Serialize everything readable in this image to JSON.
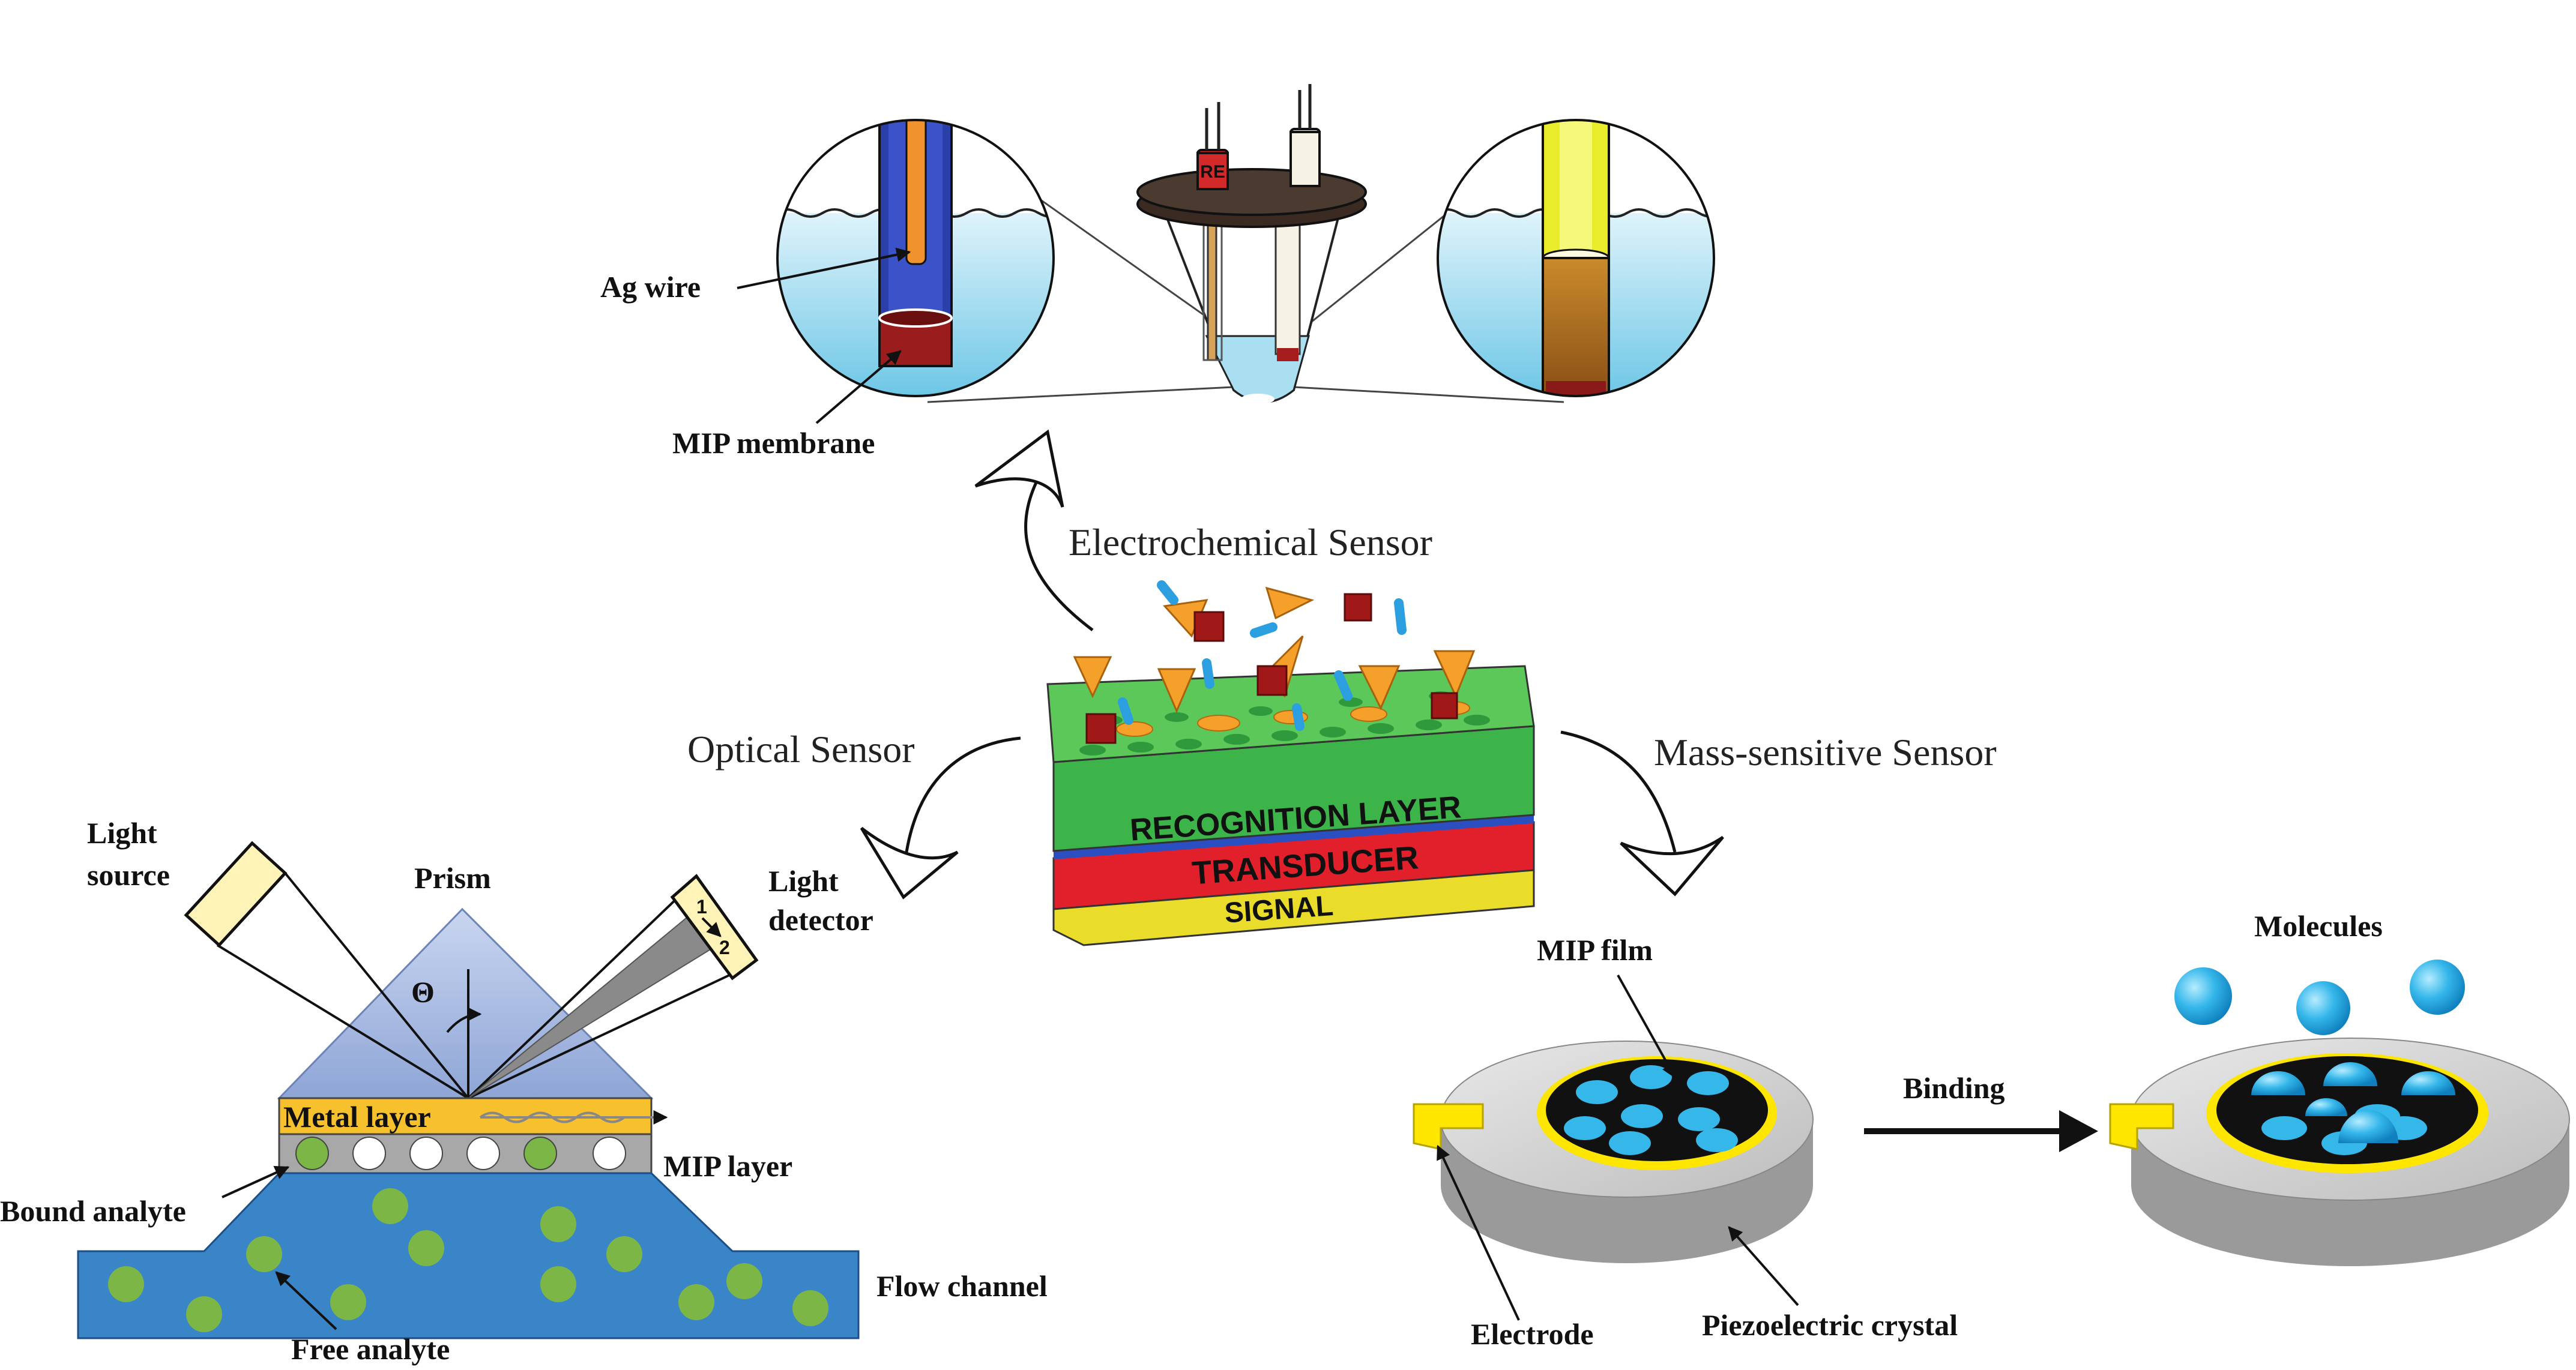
{
  "electrochemical": {
    "caption": "Electrochemical Sensor",
    "ag_wire": "Ag wire",
    "mip_membrane": "MIP membrane",
    "re_tag": "RE"
  },
  "center": {
    "recognition": "RECOGNITION LAYER",
    "transducer": "TRANSDUCER",
    "signal": "SIGNAL"
  },
  "optical": {
    "caption": "Optical Sensor",
    "light_source_1": "Light",
    "light_source_2": "source",
    "prism": "Prism",
    "light_detector_1": "Light",
    "light_detector_2": "detector",
    "detector_mark_1": "1",
    "detector_mark_2": "2",
    "theta": "Θ",
    "metal_layer": "Metal layer",
    "mip_layer": "MIP layer",
    "bound_analyte": "Bound analyte",
    "flow_channel": "Flow channel",
    "free_analyte": "Free analyte"
  },
  "mass": {
    "caption": "Mass-sensitive Sensor",
    "mip_film": "MIP film",
    "binding": "Binding",
    "molecules": "Molecules",
    "electrode": "Electrode",
    "piezo": "Piezoelectric crystal"
  },
  "colors": {
    "recognition_green": "#3cb44a",
    "transducer_red": "#e2202b",
    "signal_yellow": "#e9dc2a",
    "cone_orange": "#f5a02a",
    "cube_darkred": "#a01818",
    "rod_blue": "#2b9fe0",
    "liquid_cyan": "#a8dff0",
    "metal_gold": "#f7c12d",
    "prism_blue": "#9fb3dd",
    "channel_blue": "#3a84c8",
    "analyte_green": "#7cb647",
    "mip_yellow": "#ffe600",
    "molecule_blue": "#35b7ea"
  }
}
